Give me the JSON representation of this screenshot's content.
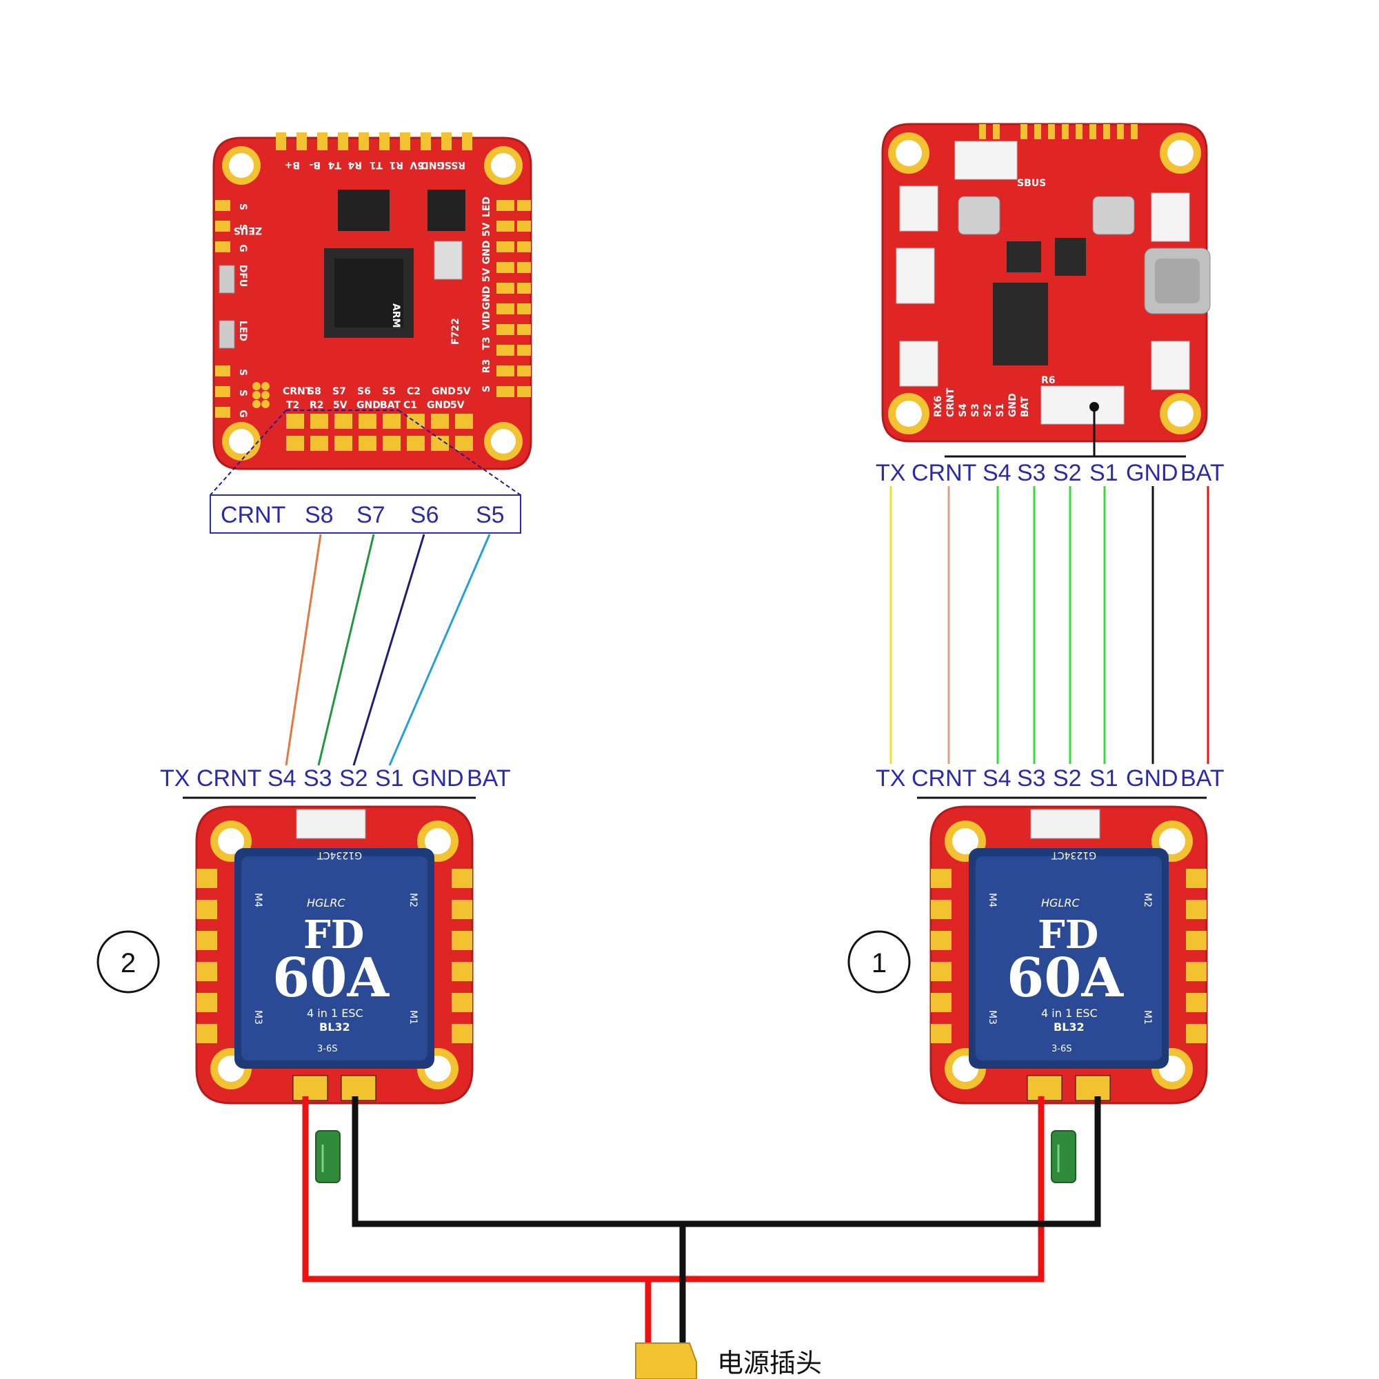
{
  "left_fc": {
    "model": "F722",
    "brand": "ZEUS",
    "chip": "ARM",
    "top_pads": [
      "RSSI",
      "GND",
      "5V",
      "R1",
      "T1",
      "R4",
      "T4",
      "B-",
      "B+"
    ],
    "right_pads": [
      "LED",
      "5V",
      "GND",
      "5V",
      "GND",
      "VID",
      "T3",
      "R3",
      "S"
    ],
    "left_pads": [
      "S",
      "S",
      "G",
      "DFU",
      "LED",
      "S",
      "S",
      "G"
    ],
    "row1": [
      "CRNT",
      "S8",
      "S7",
      "S6",
      "S5",
      "C2",
      "GND",
      "5V"
    ],
    "row2": [
      "T2",
      "R2",
      "5V",
      "GND",
      "BAT",
      "C1",
      "GND",
      "5V"
    ]
  },
  "left_callout": {
    "labels": [
      "CRNT",
      "S8",
      "S7",
      "S6",
      "S5"
    ]
  },
  "right_fc": {
    "pads": [
      "RX6",
      "CRNT",
      "S4",
      "S3",
      "S2",
      "S1",
      "GND",
      "BAT"
    ],
    "sbus": "SBUS",
    "r6": "R6"
  },
  "right_fc_labels": [
    "TX",
    "CRNT",
    "S4",
    "S3",
    "S2",
    "S1",
    "GND",
    "BAT"
  ],
  "esc_left_labels": [
    "TX",
    "CRNT",
    "S4",
    "S3",
    "S2",
    "S1",
    "GND",
    "BAT"
  ],
  "esc_right_labels": [
    "TX",
    "CRNT",
    "S4",
    "S3",
    "S2",
    "S1",
    "GND",
    "BAT"
  ],
  "esc": {
    "brand": "HGLRC",
    "name_top": "FD",
    "name_big": "60A",
    "sub": "4 in 1 ESC",
    "fw": "BL32",
    "volt": "3-6S",
    "bat": "BAT",
    "code": "G1234CT",
    "motors": [
      "M4",
      "M2",
      "M3",
      "M1"
    ]
  },
  "markers": {
    "left": "2",
    "right": "1"
  },
  "power_label": "电源插头",
  "colors": {
    "pcb_red": "#e02525",
    "pad_gold": "#f2c230",
    "label_blue": "#2a2ab0",
    "wire_orange": "#e8763c",
    "wire_green_dark": "#1a9a3a",
    "wire_navy": "#1c1c7a",
    "wire_cyan": "#20a0e0",
    "wire_yellow": "#f0e020",
    "wire_tan": "#e0a080",
    "wire_green": "#33dd33",
    "wire_black": "#111111",
    "wire_red": "#ee1111"
  }
}
